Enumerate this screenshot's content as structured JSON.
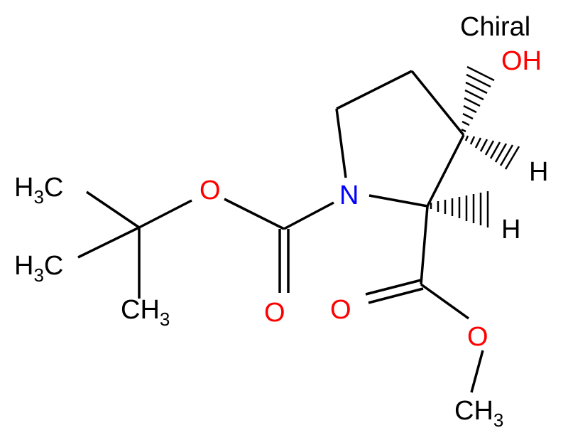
{
  "diagram": {
    "chiral_label": "Chiral",
    "colors": {
      "bond": "#000000",
      "oxygen": "#ff0000",
      "nitrogen": "#0000ff",
      "carbon_hydrogen": "#000000"
    },
    "atoms": {
      "hydroxyl": "OH",
      "nitrogen": "N",
      "h_c3": "H",
      "h_c2": "H",
      "o_boc_ester": "O",
      "o_boc_carbonyl": "O",
      "o_ester_carbonyl": "O",
      "o_ester_methoxy": "O",
      "tbu_methyl_1": {
        "main": "H",
        "sub": "3",
        "tail": "C"
      },
      "tbu_methyl_2": {
        "main": "H",
        "sub": "3",
        "tail": "C"
      },
      "tbu_methyl_3": {
        "main": "CH",
        "sub": "3"
      },
      "methoxy_methyl": {
        "main": "CH",
        "sub": "3"
      }
    }
  }
}
